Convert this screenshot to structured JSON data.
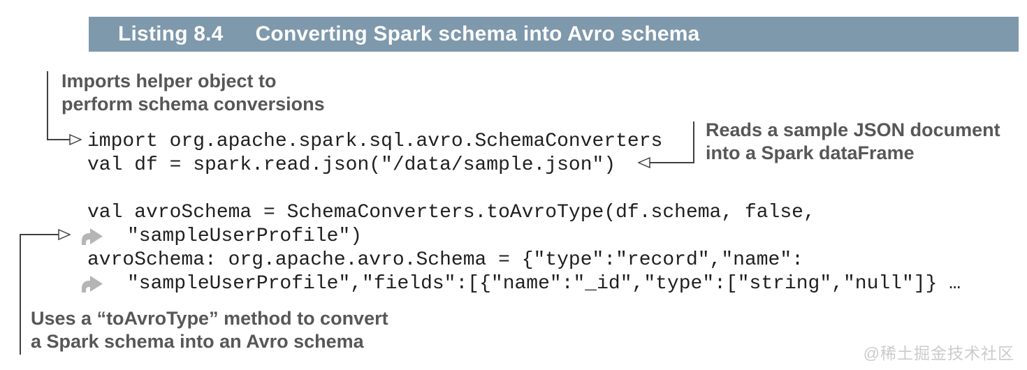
{
  "header": {
    "label": "Listing 8.4",
    "title": "Converting Spark schema into Avro schema",
    "bg_color": "#7e98ac",
    "text_color": "#fdfefe"
  },
  "annotations": {
    "import_helper": {
      "line1": "Imports helper object to",
      "line2": "perform schema conversions"
    },
    "read_json": {
      "line1": "Reads a sample JSON document",
      "line2": "into a Spark dataFrame"
    },
    "to_avro_type": {
      "line1": "Uses a “toAvroType” method to convert",
      "line2": "a Spark schema into an Avro schema"
    }
  },
  "code": {
    "lines": [
      "import org.apache.spark.sql.avro.SchemaConverters",
      "val df = spark.read.json(\"/data/sample.json\")",
      "val avroSchema = SchemaConverters.toAvroType(df.schema, false,",
      "\"sampleUserProfile\")",
      "avroSchema: org.apache.avro.Schema = {\"type\":\"record\",\"name\":",
      "\"sampleUserProfile\",\"fields\":[{\"name\":\"_id\",\"type\":[\"string\",\"null\"]} …"
    ],
    "text_color": "#1f1f1f"
  },
  "icons": {
    "continuation_arrow": "➦",
    "pointer_right": "▷",
    "pointer_left": "◁"
  },
  "colors": {
    "annotation_text": "#575757",
    "connector_line": "#404040",
    "continuation_arrow_fill": "#b5b5b5",
    "watermark": "#cbcbcb"
  },
  "watermark": "@稀土掘金技术社区"
}
